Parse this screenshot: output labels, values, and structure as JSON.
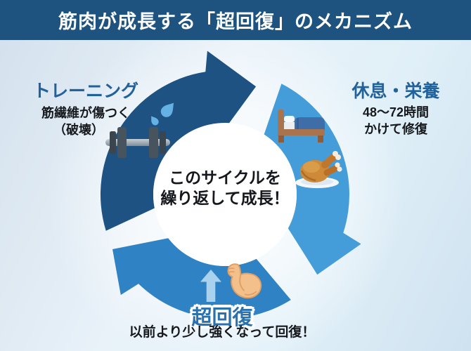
{
  "title": "筋肉が成長する「超回復」のメカニズム",
  "colors": {
    "title_bg": "#1f537f",
    "arc_training": "#1d5283",
    "arc_rest": "#449dd8",
    "arc_recovery": "#2f82c4",
    "stage_label_blue": "#21619c",
    "recovery_label_blue": "#2a72ae",
    "text_dark": "#15181c"
  },
  "cycle": {
    "center": {
      "line1": "このサイクルを",
      "line2": "繰り返して成長！"
    },
    "stages": [
      {
        "id": "training",
        "label": "トレーニング",
        "desc": [
          "筋繊維が傷つく",
          "（破壊）"
        ],
        "icons": [
          "dumbbell-icon",
          "sweat-drops-icon"
        ]
      },
      {
        "id": "rest",
        "label": "休息・栄養",
        "desc": [
          "48〜72時間",
          "かけて修復"
        ],
        "icons": [
          "bed-icon",
          "roast-chicken-icon"
        ]
      },
      {
        "id": "recovery",
        "label": "超回復",
        "desc": [
          "以前より少し強くなって回復！"
        ],
        "icons": [
          "up-arrow-icon",
          "flexed-biceps-icon"
        ]
      }
    ]
  }
}
